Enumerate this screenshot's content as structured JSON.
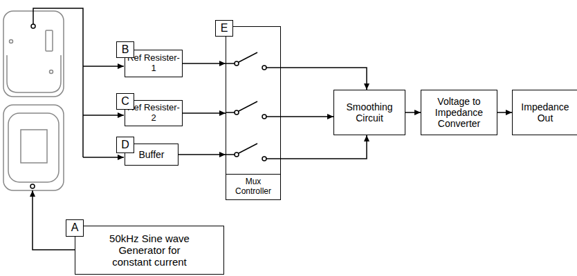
{
  "diagram": {
    "nodes": [
      {
        "text": [
          "B"
        ]
      },
      {
        "text": [
          "Ref Resister-1"
        ]
      },
      {
        "text": [
          "C"
        ]
      },
      {
        "text": [
          "Ref Resister-2"
        ]
      },
      {
        "text": [
          "D"
        ]
      },
      {
        "text": [
          "Buffer"
        ]
      },
      {
        "text": [
          "E"
        ]
      },
      {
        "text": [
          "Mux Controller"
        ]
      },
      {
        "text": [
          "Smoothing Circuit"
        ]
      },
      {
        "text": [
          "Voltage to Impedance Converter"
        ]
      },
      {
        "text": [
          "Impedance Out"
        ]
      },
      {
        "text": [
          "A"
        ]
      },
      {
        "text": [
          "50kHz Sine wave Generator for constant current"
        ]
      }
    ],
    "edges": [
      {
        "from": 1,
        "to": 7,
        "arrow": "to"
      },
      {
        "from": 3,
        "to": 7,
        "arrow": "to"
      },
      {
        "from": 5,
        "to": 7,
        "arrow": "to"
      },
      {
        "from": 7,
        "to": 8,
        "arrow": "to"
      },
      {
        "from": 7,
        "to": 8,
        "arrow": "to"
      },
      {
        "from": 7,
        "to": 8,
        "arrow": "to"
      },
      {
        "from": 8,
        "to": 9,
        "arrow": "to"
      },
      {
        "from": 9,
        "to": 10,
        "arrow": "to"
      }
    ]
  }
}
